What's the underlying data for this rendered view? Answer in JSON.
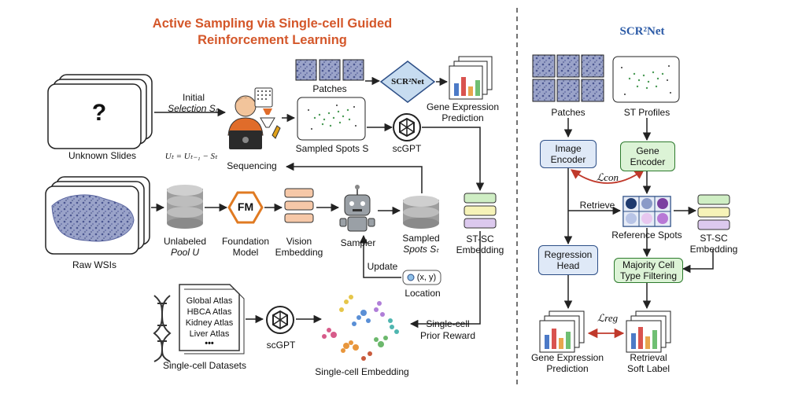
{
  "left_title": {
    "line1": "Active Sampling via Single-cell Guided",
    "line2": "Reinforcement Learning"
  },
  "right_title": "SCR²Net",
  "labels": {
    "unknown_slides": "Unknown Slides",
    "question_mark": "?",
    "initial_selection": "Initial",
    "selection_s0": "Selection S₀",
    "patches_top": "Patches",
    "scr2net_diamond": "SCR²Net",
    "gene_expr_pred_top1": "Gene Expression",
    "gene_expr_pred_top2": "Prediction",
    "sampled_spots": "Sampled Spots S",
    "scgpt_top": "scGPT",
    "sequencing": "Sequencing",
    "update_formula": "Uₜ = Uₜ₋₁ − Sₜ",
    "raw_wsis": "Raw WSIs",
    "unlabeled_pool1": "Unlabeled",
    "unlabeled_pool2": "Pool U",
    "fm": "FM",
    "foundation_model1": "Foundation",
    "foundation_model2": "Model",
    "vision_embedding1": "Vision",
    "vision_embedding2": "Embedding",
    "sampler": "Sampler",
    "sampled_spots_st1": "Sampled",
    "sampled_spots_st2": "Spots Sₜ",
    "st_sc_embedding1": "ST-SC",
    "st_sc_embedding2": "Embedding",
    "update": "Update",
    "location_xy": "(x, y)",
    "location": "Location",
    "atlas_global": "Global Atlas",
    "atlas_hbca": "HBCA Atlas",
    "atlas_kidney": "Kidney Atlas",
    "atlas_liver": "Liver Atlas",
    "atlas_more": "•••",
    "scgpt_bottom": "scGPT",
    "single_cell_datasets": "Single-cell Datasets",
    "single_cell_embedding": "Single-cell Embedding",
    "single_cell_prior1": "Single-cell",
    "single_cell_prior2": "Prior Reward"
  },
  "right_panel": {
    "patches": "Patches",
    "st_profiles": "ST Profiles",
    "image_encoder1": "Image",
    "image_encoder2": "Encoder",
    "gene_encoder1": "Gene",
    "gene_encoder2": "Encoder",
    "l_con": "ℒcon",
    "retrieve": "Retrieve",
    "reference_spots": "Reference Spots",
    "st_sc_embedding1": "ST-SC",
    "st_sc_embedding2": "Embedding",
    "regression_head1": "Regression",
    "regression_head2": "Head",
    "majority1": "Majority Cell",
    "majority2": "Type Filtering",
    "l_reg": "ℒreg",
    "gene_expr_pred1": "Gene Expression",
    "gene_expr_pred2": "Prediction",
    "retrieval1": "Retrieval",
    "retrieval2": "Soft Label"
  },
  "colors": {
    "title_orange": "#d4572a",
    "title_blue": "#2b5aa6",
    "blue_box": "#dfe9f7",
    "green_box": "#dcf3d6",
    "emb_peach": "#f6c8a8",
    "emb_green": "#cfeec4",
    "emb_yellow": "#f6f3b8",
    "emb_purple": "#dcc9ee",
    "fm_orange": "#f0a25a",
    "red_arrow": "#c0392b"
  }
}
